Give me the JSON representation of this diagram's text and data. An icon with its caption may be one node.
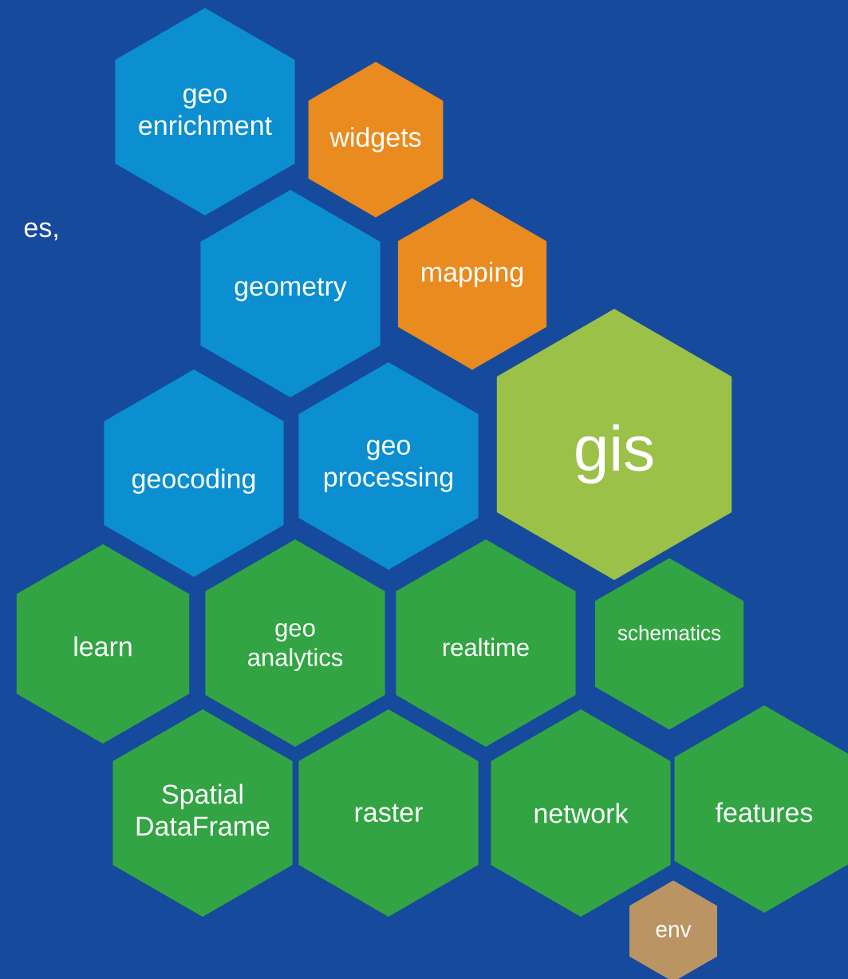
{
  "diagram": {
    "nodes": [
      {
        "text": [
          "geo enrichment"
        ]
      },
      {
        "text": [
          "widgets"
        ]
      },
      {
        "text": [
          "geometry"
        ]
      },
      {
        "text": [
          "mapping"
        ]
      },
      {
        "text": [
          "gis"
        ]
      },
      {
        "text": [
          "geocoding"
        ]
      },
      {
        "text": [
          "geo processing"
        ]
      },
      {
        "text": [
          "learn"
        ]
      },
      {
        "text": [
          "geo analytics"
        ]
      },
      {
        "text": [
          "realtime"
        ]
      },
      {
        "text": [
          "schematics"
        ]
      },
      {
        "text": [
          "Spatial DataFrame"
        ]
      },
      {
        "text": [
          "raster"
        ]
      },
      {
        "text": [
          "network"
        ]
      },
      {
        "text": [
          "features"
        ]
      },
      {
        "text": [
          "env"
        ]
      }
    ],
    "labels": [
      "es,"
    ]
  }
}
